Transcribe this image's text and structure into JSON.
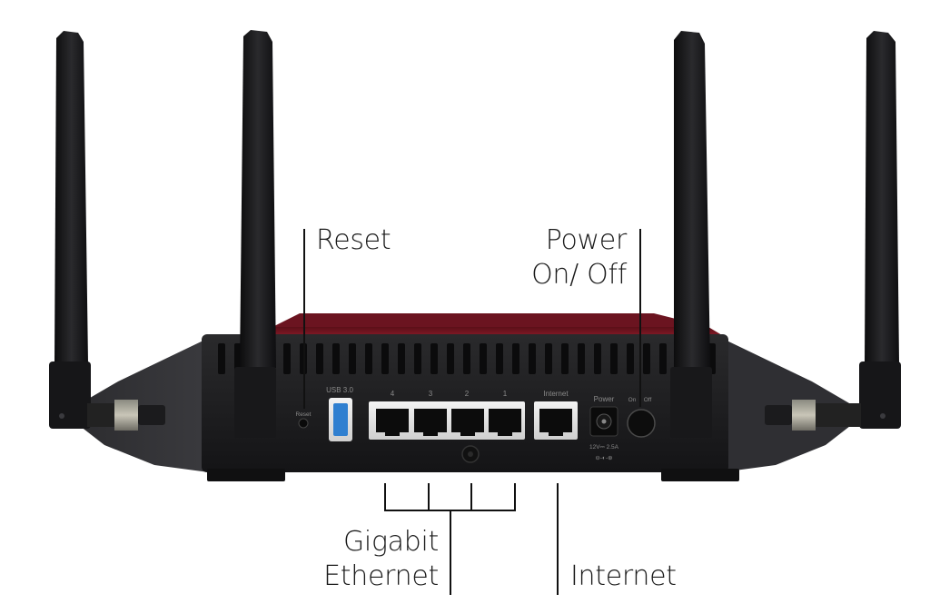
{
  "callouts": {
    "reset": "Reset",
    "power_line1": "Power",
    "power_line2": "On/ Off",
    "gigabit_line1": "Gigabit",
    "gigabit_line2": "Ethernet",
    "internet": "Internet"
  },
  "panel_labels": {
    "usb": "USB 3.0",
    "reset_small": "Reset",
    "lan4": "4",
    "lan3": "3",
    "lan2": "2",
    "lan1": "1",
    "internet_small": "Internet",
    "power_small": "Power",
    "power_rating": "12V⎓ 2.5A",
    "on": "On",
    "off": "Off"
  },
  "colors": {
    "body": "#1c1c1e",
    "top_accent": "#7a1a25",
    "port_silver": "#e6e6e6",
    "usb_blue": "#2f7fd0",
    "leader_line": "#111111"
  },
  "icons": [
    "antenna",
    "ethernet-port",
    "usb-port",
    "power-button",
    "dc-jack",
    "sma-connector"
  ]
}
